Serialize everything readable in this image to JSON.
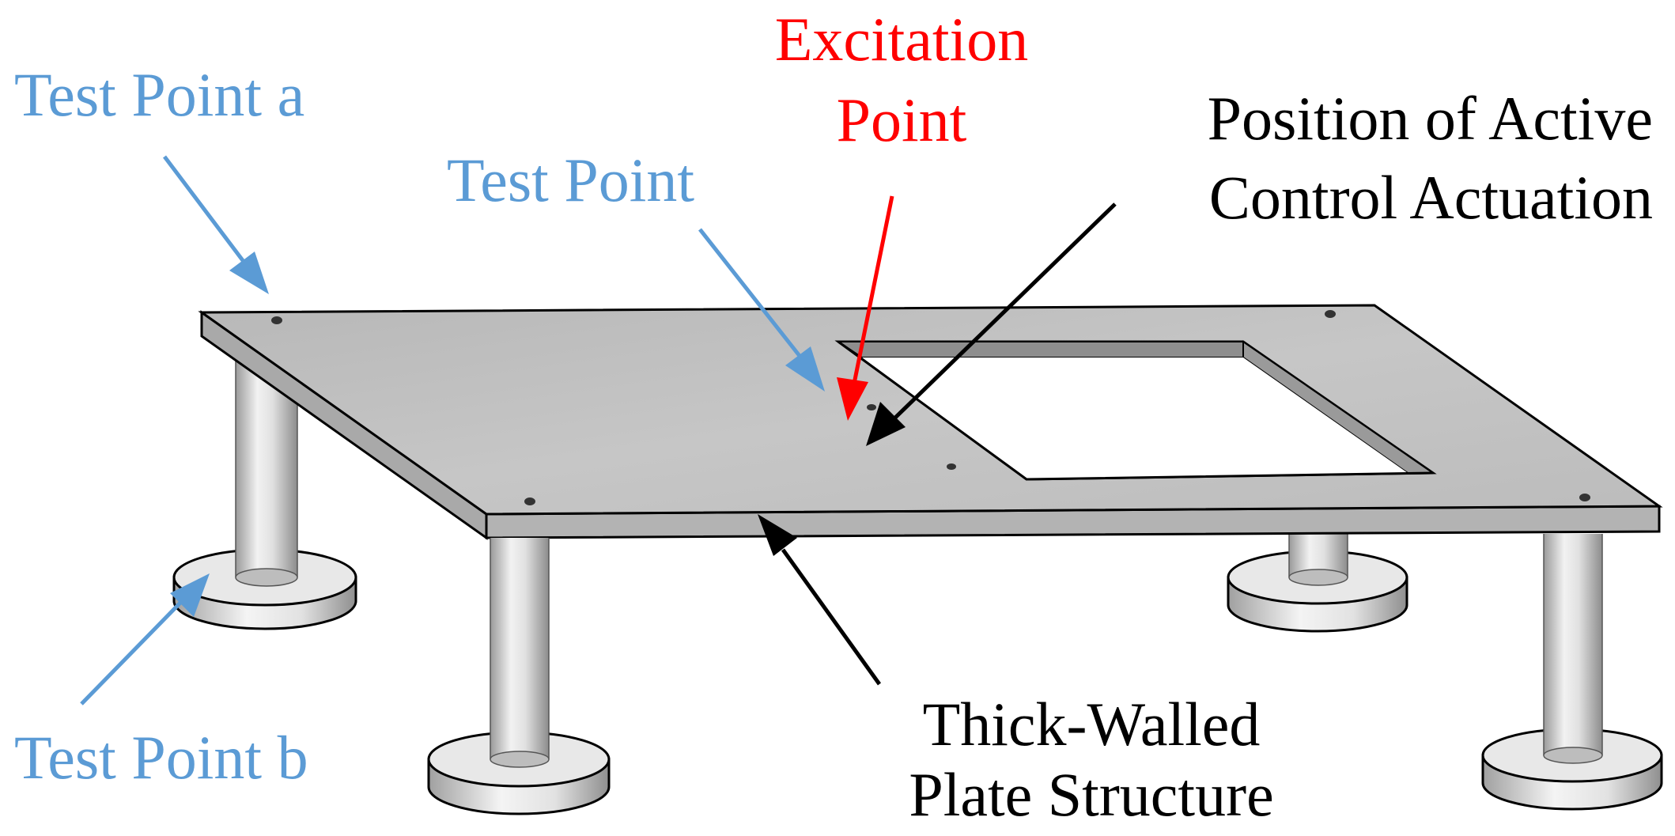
{
  "labels": {
    "test_point_a": "Test Point a",
    "test_point": "Test Point",
    "excitation_line1": "Excitation",
    "excitation_line2": "Point",
    "actuation_line1": "Position of Active",
    "actuation_line2": "Control Actuation",
    "test_point_b": "Test Point b",
    "plate_line1": "Thick-Walled",
    "plate_line2": "Plate Structure"
  },
  "colors": {
    "test_point": "#5b9bd5",
    "excitation": "#ff0000",
    "annotation": "#000000",
    "plate_top": "#c0c0c0",
    "plate_edge": "#a8a8a8",
    "leg": "#d9d9d9"
  },
  "icons": {
    "arrow": "arrow-icon",
    "bolt_hole": "hole-icon"
  }
}
